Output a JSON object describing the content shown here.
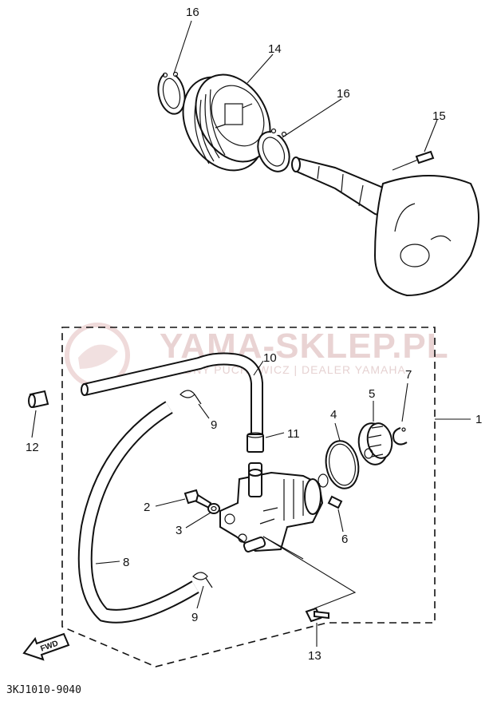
{
  "watermark": {
    "brand": "YAMA-SKLEP.PL",
    "tagline": "WODNY PUCHOWICZ | DEALER YAMAHA"
  },
  "callouts": {
    "c1": "1",
    "c2": "2",
    "c3": "3",
    "c4": "4",
    "c5": "5",
    "c6": "6",
    "c7": "7",
    "c8": "8",
    "c9a": "9",
    "c9b": "9",
    "c10": "10",
    "c11": "11",
    "c12": "12",
    "c13": "13",
    "c14": "14",
    "c15": "15",
    "c16a": "16",
    "c16b": "16"
  },
  "fwd_label": "FWD",
  "diagram_code": "3KJ1010-9040",
  "colors": {
    "ink": "#111111",
    "watermark": "#e9d3d3",
    "background": "#ffffff"
  }
}
